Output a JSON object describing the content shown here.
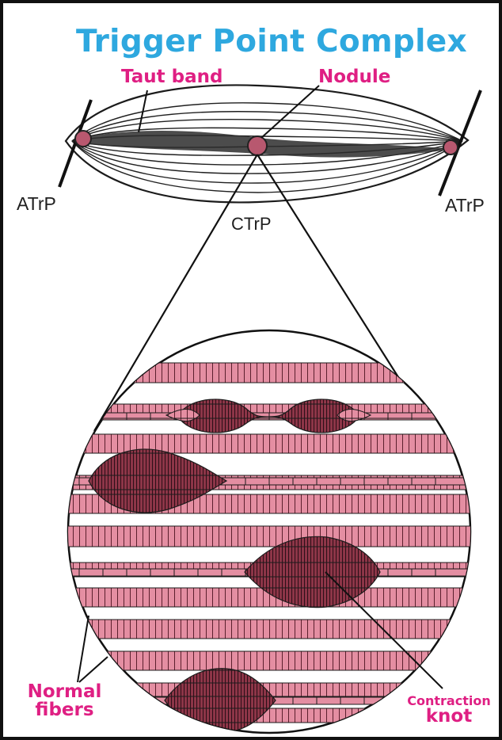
{
  "title": "Trigger Point Complex",
  "labels": {
    "taut_band": "Taut band",
    "nodule": "Nodule",
    "atrp_left": "ATrP",
    "ctrp": "CTrP",
    "atrp_right": "ATrP",
    "normal_line1": "Normal",
    "normal_line2": "fibers",
    "contraction_line1": "Contraction",
    "contraction_line2": "knot"
  },
  "colors": {
    "title": "#2ea8df",
    "label_pink": "#df1f83",
    "fiber_pink": "#e48ea2",
    "knot_dark": "#6f2839",
    "line_dark": "#1b1b1b"
  }
}
